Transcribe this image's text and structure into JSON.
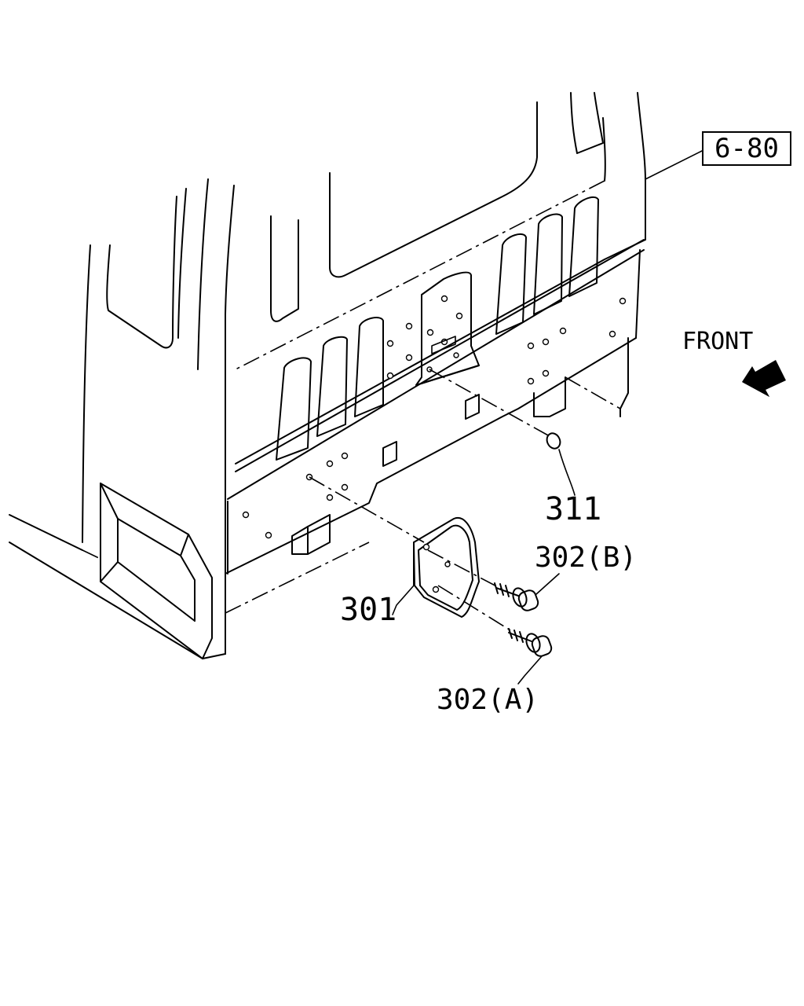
{
  "reference": "6-80",
  "direction": "FRONT",
  "callouts": {
    "part_311": "311",
    "part_302b": "302(B)",
    "part_301": "301",
    "part_302a": "302(A)"
  },
  "icons": {
    "direction_arrow": "front-arrow-icon"
  }
}
